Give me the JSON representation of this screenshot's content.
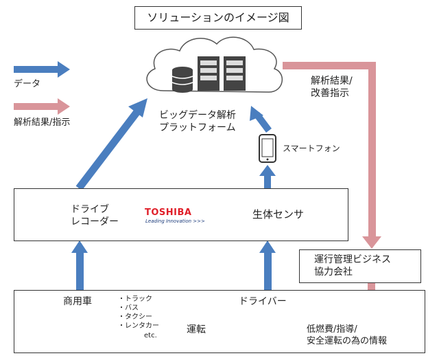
{
  "title": "ソリューションのイメージ図",
  "legend": {
    "data_label": "データ",
    "analysis_label": "解析結果/指示",
    "data_color": "#4a7ebf",
    "analysis_color": "#d9959a"
  },
  "cloud": {
    "label_line1": "ビッグデータ解析",
    "label_line2": "プラットフォーム",
    "icons": [
      "database-icon",
      "server-icon",
      "server-icon"
    ]
  },
  "smartphone": {
    "label": "スマートフォン",
    "icon": "smartphone-icon"
  },
  "analysis_result": {
    "line1": "解析結果/",
    "line2": "改善指示"
  },
  "middle_box": {
    "recorder_line1": "ドライブ",
    "recorder_line2": "レコーダー",
    "brand": "TOSHIBA",
    "brand_tagline": "Leading Innovation >>>",
    "sensor_label": "生体センサ",
    "icons": [
      "dashcam-icon",
      "wristband-icon"
    ]
  },
  "operator_box": {
    "line1": "運行管理ビジネス",
    "line2": "協力会社"
  },
  "bottom_box": {
    "vehicles_label": "商用車",
    "vehicle_types": [
      "・トラック",
      "・バス",
      "・タクシー",
      "・レンタカー"
    ],
    "etc": "etc.",
    "operation_label": "運転",
    "drivers_label": "ドライバー",
    "info_line1": "低燃費/指導/",
    "info_line2": "安全運転の為の情報",
    "icons": [
      "truck-icon",
      "taxi-icon",
      "driver-icon",
      "driver-icon"
    ]
  }
}
